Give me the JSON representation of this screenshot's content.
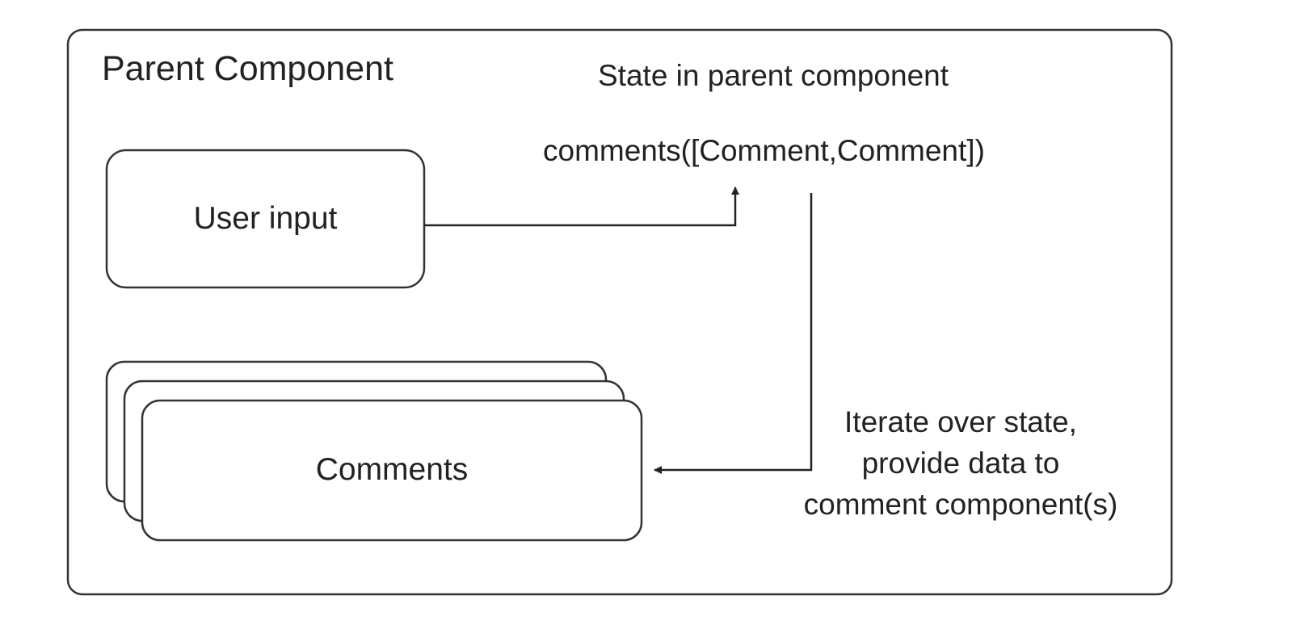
{
  "parent": {
    "title": "Parent Component"
  },
  "state": {
    "title": "State in parent component",
    "expression": "comments([Comment,Comment])"
  },
  "user_input": {
    "label": "User input"
  },
  "comments": {
    "label": "Comments"
  },
  "iterate_note": {
    "lines": [
      "Iterate over state,",
      "provide data to",
      "comment component(s)"
    ]
  },
  "colors": {
    "stroke": "#333333",
    "text": "#222222",
    "background": "#ffffff"
  }
}
